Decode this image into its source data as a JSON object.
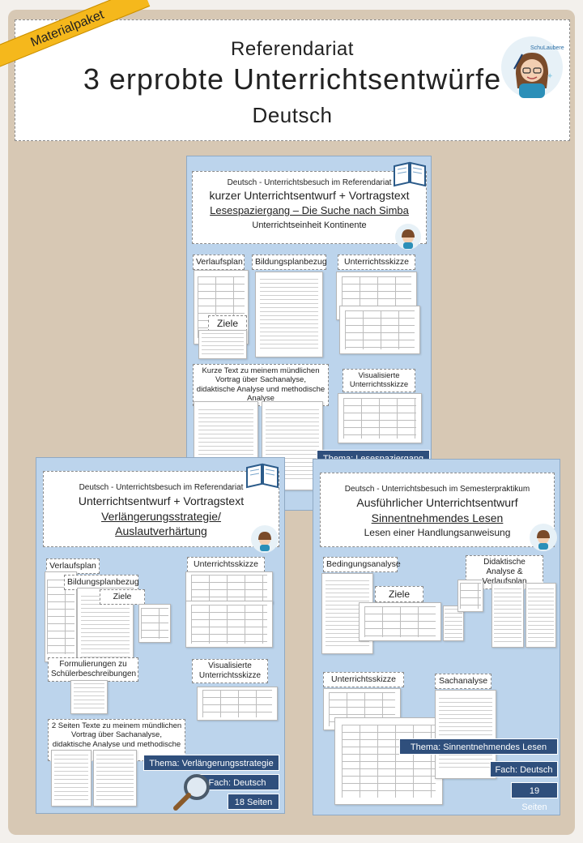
{
  "ribbon": "Materialpaket",
  "header": {
    "line1": "Referendariat",
    "line2": "3 erprobte Unterrichtsentwürfe",
    "line3": "Deutsch"
  },
  "brand": "SchuLauberei",
  "card1": {
    "kicker": "Deutsch - Unterrichtsbesuch im Referendariat",
    "title": "kurzer Unterrichtsentwurf + Vortragstext",
    "topic": "Lesespaziergang – Die Suche nach Simba",
    "unit": "Unterrichtseinheit Kontinente",
    "labels": {
      "verlaufsplan": "Verlaufsplan",
      "bildung": "Bildungsplanbezug",
      "skizze": "Unterrichtsskizze",
      "ziele": "Ziele",
      "vortrag": "Kurze Text zu meinem mündlichen Vortrag über Sachanalyse, didaktische Analyse und methodische Analyse",
      "visual": "Visualisierte Unterrichtsskizze"
    },
    "tag": "Thema: Lesespaziergang"
  },
  "card2": {
    "kicker": "Deutsch - Unterrichtsbesuch im Referendariat",
    "title": "Unterrichtsentwurf + Vortragstext",
    "topic1": "Verlängerungsstrategie/",
    "topic2": "Auslautverhärtung",
    "labels": {
      "verlaufsplan": "Verlaufsplan",
      "bildung": "Bildungsplanbezug",
      "ziele": "Ziele",
      "skizze": "Unterrichtsskizze",
      "formulierungen": "Formulierungen zu Schülerbeschreibungen",
      "visual": "Visualisierte Unterrichtsskizze",
      "vortrag": "2 Seiten Texte zu meinem mündlichen Vortrag über Sachanalyse, didaktische Analyse und methodische Analyse"
    },
    "tags": {
      "thema": "Thema: Verlängerungsstrategie",
      "fach": "Fach: Deutsch",
      "seiten": "18 Seiten"
    }
  },
  "card3": {
    "kicker": "Deutsch - Unterrichtsbesuch im Semesterpraktikum",
    "title": "Ausführlicher Unterrichtsentwurf",
    "topic": "Sinnentnehmendes Lesen",
    "sub": "Lesen einer Handlungsanweisung",
    "labels": {
      "bedingung": "Bedingungsanalyse",
      "didaktik": "Didaktische Analyse & Verlaufsplan",
      "ziele": "Ziele",
      "skizze": "Unterrichtsskizze",
      "sach": "Sachanalyse"
    },
    "tags": {
      "thema": "Thema: Sinnentnehmendes Lesen",
      "fach": "Fach: Deutsch",
      "seiten": "19 Seiten"
    }
  },
  "colors": {
    "background": "#d7c8b4",
    "card": "#bcd4ec",
    "tag": "#2f4f7c",
    "ribbon": "#f5b81c"
  }
}
